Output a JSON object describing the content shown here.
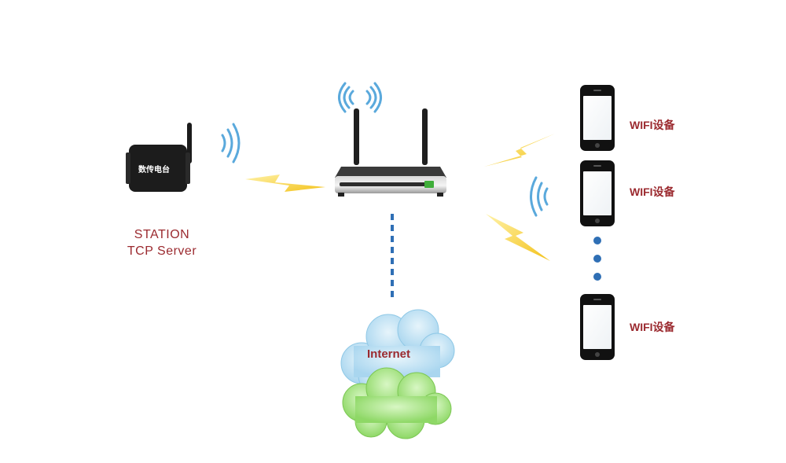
{
  "station": {
    "device_text": "数传电台",
    "label_line1": "STATION",
    "label_line2": "TCP Server"
  },
  "internet": {
    "label": "Internet"
  },
  "devices": [
    {
      "label": "WIFI设备"
    },
    {
      "label": "WIFI设备"
    },
    {
      "label": "WIFI设备"
    }
  ],
  "colors": {
    "label_text": "#9b2a2f",
    "wifi_signal": "#5aa9dc",
    "lightning": "#f3c21a",
    "dotted_link": "#2f6fb5",
    "cloud_blue": "#bfe0f3",
    "cloud_green": "#9fe07a"
  }
}
